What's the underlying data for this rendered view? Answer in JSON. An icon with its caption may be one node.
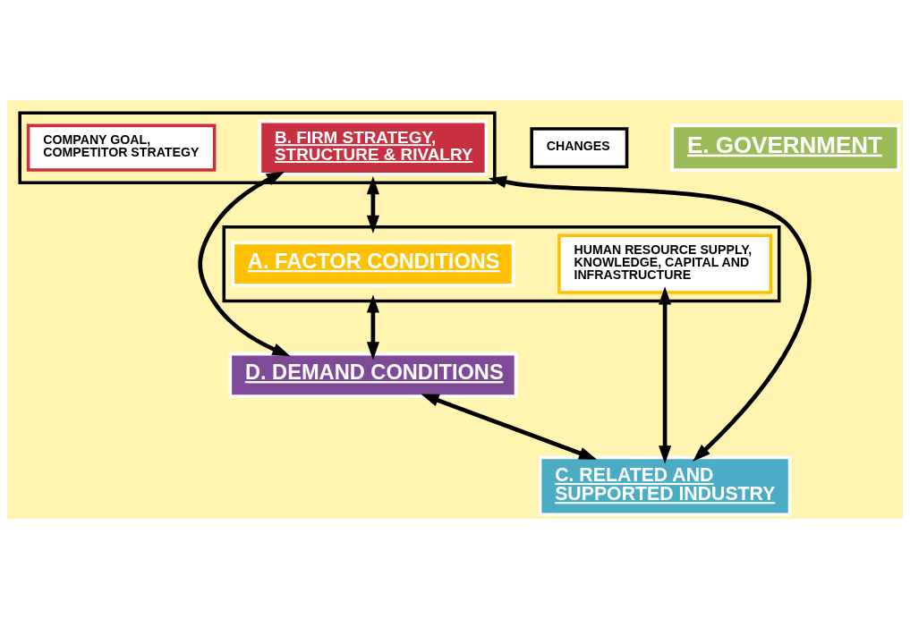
{
  "diagram": {
    "nodes": [
      {
        "text": [],
        "shape": "box"
      },
      {
        "text": [
          "B. FIRM STRATEGY, STRUCTURE & RIVALRY"
        ],
        "in": 0
      },
      {
        "text": [
          "COMPANY GOAL, COMPETITOR STRATEGY"
        ],
        "in": 0
      },
      {
        "text": [
          "CHANGES"
        ]
      },
      {
        "text": [],
        "shape": "box"
      },
      {
        "text": [
          "A. FACTOR CONDITIONS"
        ],
        "in": 4
      },
      {
        "text": [
          "HUMAN RESOURCE SUPPLY, KNOWLEDGE, CAPITAL AND INFRASTRUCTURE"
        ],
        "in": 4
      },
      {
        "text": [
          "D. DEMAND CONDITIONS"
        ]
      },
      {
        "text": [
          "C. RELATED AND SUPPORTED INDUSTRY"
        ]
      },
      {
        "text": [
          "E. GOVERNMENT"
        ]
      }
    ],
    "edges": [
      {
        "from": 0,
        "to": 4,
        "arrow": "both"
      },
      {
        "from": 1,
        "to": 7,
        "arrow": "both"
      },
      {
        "from": 0,
        "to": 8,
        "arrow": "both"
      },
      {
        "from": 4,
        "to": 7,
        "arrow": "both"
      },
      {
        "from": 6,
        "to": 8,
        "arrow": "both"
      },
      {
        "from": 7,
        "to": 8,
        "arrow": "both"
      }
    ]
  }
}
